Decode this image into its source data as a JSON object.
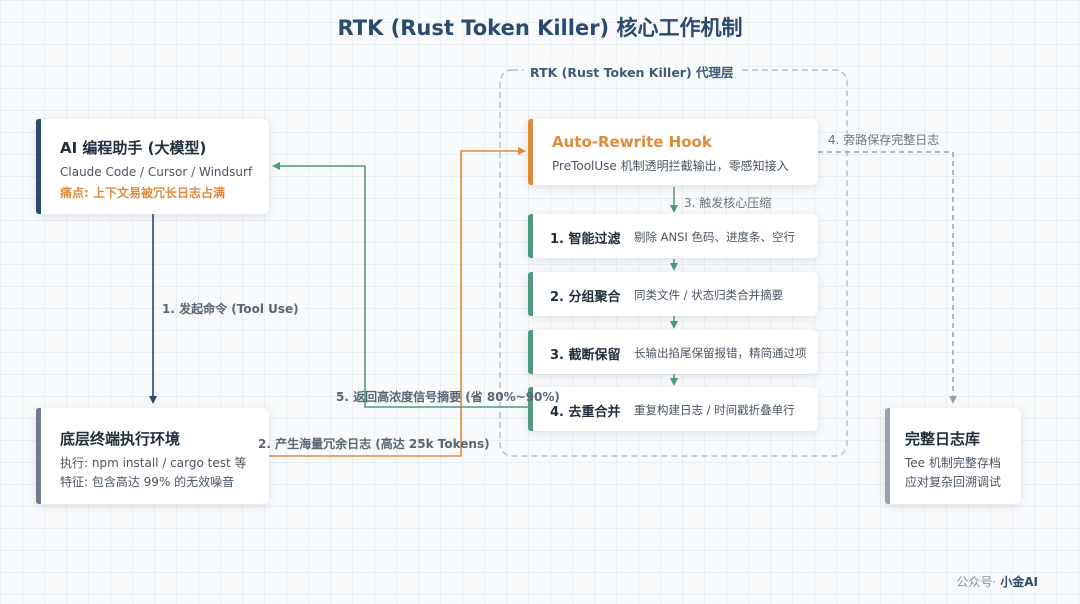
{
  "title": "RTK (Rust Token Killer) 核心工作机制",
  "layer_label": "RTK (Rust Token Killer) 代理层",
  "colors": {
    "navy": "#2a4a6e",
    "slate": "#6f7a8c",
    "orange": "#e08a3c",
    "green": "#4e9a7a",
    "gray_dashed": "#98a2ae"
  },
  "ai_card": {
    "title": "AI 编程助手 (大模型)",
    "line1": "Claude Code / Cursor / Windsurf",
    "pain": "痛点: 上下文易被冗长日志占满"
  },
  "env_card": {
    "title": "底层终端执行环境",
    "line1": "执行: npm install / cargo test 等",
    "line2": "特征: 包含高达 99% 的无效噪音"
  },
  "hook_card": {
    "title": "Auto-Rewrite Hook",
    "desc": "PreToolUse 机制透明拦截输出，零感知接入"
  },
  "steps": [
    {
      "title": "1. 智能过滤",
      "desc": "剔除 ANSI 色码、进度条、空行"
    },
    {
      "title": "2. 分组聚合",
      "desc": "同类文件 / 状态归类合并摘要"
    },
    {
      "title": "3. 截断保留",
      "desc": "长输出掐尾保留报错，精简通过项"
    },
    {
      "title": "4. 去重合并",
      "desc": "重复构建日志 / 时间戳折叠单行"
    }
  ],
  "log_card": {
    "title": "完整日志库",
    "line1": "Tee 机制完整存档",
    "line2": "应对复杂回溯调试"
  },
  "flows": {
    "f1": "1. 发起命令 (Tool Use)",
    "f2": "2. 产生海量冗余日志 (高达 25k Tokens)",
    "f3": "3. 触发核心压缩",
    "f4": "4. 旁路保存完整日志",
    "f5": "5. 返回高浓度信号摘要 (省 80%~90%)"
  },
  "footer": {
    "prefix": "公众号·",
    "name": "小金AI"
  }
}
